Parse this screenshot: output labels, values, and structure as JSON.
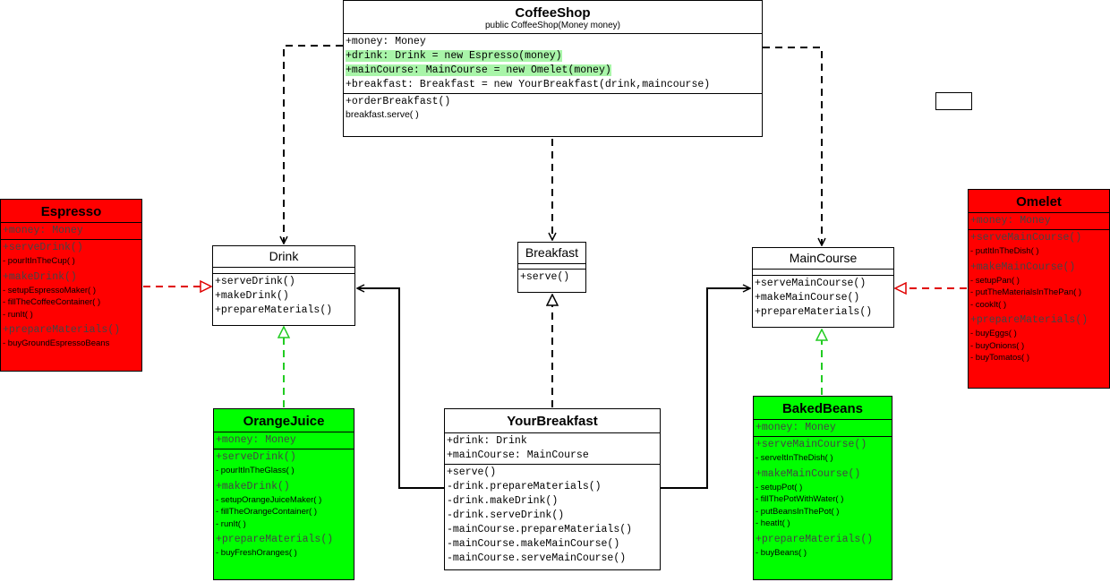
{
  "coffeeshop": {
    "title": "CoffeeShop",
    "ctor": "public CoffeeShop(Money money)",
    "attrs": [
      "+money: Money",
      "+drink: Drink = new Espresso(money)",
      "+mainCourse: MainCourse = new Omelet(money)",
      "+breakfast: Breakfast = new YourBreakfast(drink,maincourse)"
    ],
    "ops": [
      "+orderBreakfast()"
    ],
    "op_note": "breakfast.serve( )"
  },
  "drink": {
    "title": "Drink",
    "ops": [
      "+serveDrink()",
      "+makeDrink()",
      "+prepareMaterials()"
    ]
  },
  "breakfast_iface": {
    "title": "Breakfast",
    "ops": [
      "+serve()"
    ]
  },
  "maincourse": {
    "title": "MainCourse",
    "ops": [
      "+serveMainCourse()",
      "+makeMainCourse()",
      "+prepareMaterials()"
    ]
  },
  "espresso": {
    "title": "Espresso",
    "attr": "+money: Money",
    "m1": "+serveDrink()",
    "m1s": [
      "- pourItInTheCup( )"
    ],
    "m2": "+makeDrink()",
    "m2s": [
      "- setupEspressoMaker( )",
      "- fillTheCoffeeContainer( )",
      "- runIt( )"
    ],
    "m3": "+prepareMaterials()",
    "m3s": [
      "- buyGroundEspressoBeans"
    ]
  },
  "omelet": {
    "title": "Omelet",
    "attr": "+money: Money",
    "m1": "+serveMainCourse()",
    "m1s": [
      "- putItInTheDish( )"
    ],
    "m2": "+makeMainCourse()",
    "m2s": [
      "- setupPan( )",
      "- putTheMaterialsInThePan( )",
      "- cookIt( )"
    ],
    "m3": "+prepareMaterials()",
    "m3s": [
      "- buyEggs( )",
      "- buyOnions( )",
      "- buyTomatos( )"
    ]
  },
  "orangejuice": {
    "title": "OrangeJuice",
    "attr": "+money: Money",
    "m1": "+serveDrink()",
    "m1s": [
      "- pourItInTheGlass( )"
    ],
    "m2": "+makeDrink()",
    "m2s": [
      "- setupOrangeJuiceMaker( )",
      "- fillTheOrangeContainer( )",
      "- runIt( )"
    ],
    "m3": "+prepareMaterials()",
    "m3s": [
      "- buyFreshOranges( )"
    ]
  },
  "bakedbeans": {
    "title": "BakedBeans",
    "attr": "+money: Money",
    "m1": "+serveMainCourse()",
    "m1s": [
      "- serveItInTheDish( )"
    ],
    "m2": "+makeMainCourse()",
    "m2s": [
      "- setupPot( )",
      "- fillThePotWithWater( )",
      "- putBeansInThePot( )",
      "- heatIt( )"
    ],
    "m3": "+prepareMaterials()",
    "m3s": [
      "- buyBeans( )"
    ]
  },
  "yourbreakfast": {
    "title": "YourBreakfast",
    "attrs": [
      "+drink: Drink",
      "+mainCourse: MainCourse"
    ],
    "ops": [
      "+serve()",
      "-drink.prepareMaterials()",
      "-drink.makeDrink()",
      "-drink.serveDrink()",
      "-mainCourse.prepareMaterials()",
      "-mainCourse.makeMainCourse()",
      "-mainCourse.serveMainCourse()"
    ]
  },
  "colors": {
    "concrete_red": "#ff0000",
    "concrete_green": "#00ff00",
    "highlight": "#a9f5a9"
  }
}
